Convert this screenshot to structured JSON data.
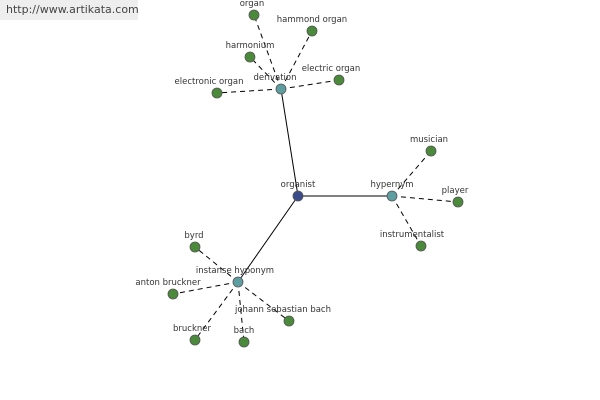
{
  "site": {
    "url": "http://www.artikata.com"
  },
  "graph": {
    "center": {
      "id": "organist",
      "label": "organist"
    },
    "relations": [
      {
        "id": "derivation",
        "label": "derivation",
        "children": [
          {
            "id": "organ",
            "label": "organ"
          },
          {
            "id": "hammond-organ",
            "label": "hammond organ"
          },
          {
            "id": "harmonium",
            "label": "harmonium"
          },
          {
            "id": "electronic-organ",
            "label": "electronic organ"
          },
          {
            "id": "electric-organ",
            "label": "electric organ"
          }
        ]
      },
      {
        "id": "hypernym",
        "label": "hypernym",
        "children": [
          {
            "id": "musician",
            "label": "musician"
          },
          {
            "id": "player",
            "label": "player"
          },
          {
            "id": "instrumentalist",
            "label": "instrumentalist"
          }
        ]
      },
      {
        "id": "instance-hyponym",
        "label": "instanse hyponym",
        "children": [
          {
            "id": "byrd",
            "label": "byrd"
          },
          {
            "id": "anton-bruckner",
            "label": "anton bruckner"
          },
          {
            "id": "bruckner",
            "label": "bruckner"
          },
          {
            "id": "bach",
            "label": "bach"
          },
          {
            "id": "johann-sebastian-bach",
            "label": "johann sebastian bach"
          }
        ]
      }
    ]
  },
  "colors": {
    "center_node": "#3a4a8a",
    "relation_node": "#5f9ea0",
    "leaf_node": "#4a8a3a",
    "edge": "#000000"
  }
}
